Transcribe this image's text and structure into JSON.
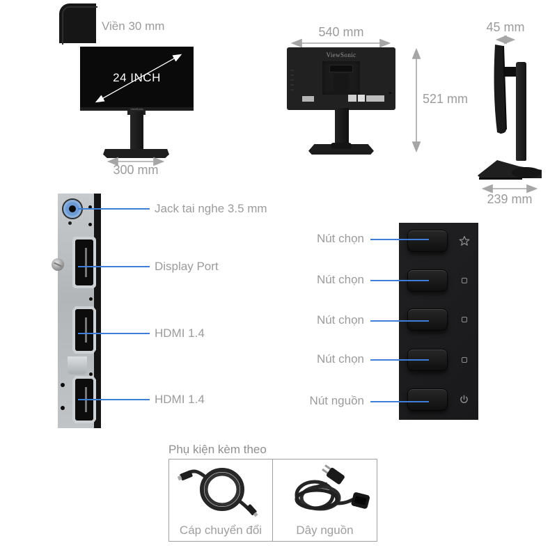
{
  "colors": {
    "accent": "#3D7ED8",
    "label_gray": "#9B9B9B",
    "monitor_black": "#1a1a1a"
  },
  "bezel_detail": {
    "label": "Viền 30 mm"
  },
  "front_view": {
    "screen_size": "24 INCH",
    "base_width": "300 mm",
    "brand": "ViewSonic"
  },
  "back_view": {
    "width": "540 mm",
    "height": "521 mm",
    "brand": "ViewSonic"
  },
  "side_view": {
    "thickness": "45 mm",
    "depth": "239 mm"
  },
  "ports_panel": {
    "items": [
      {
        "label": "Jack tai nghe 3.5 mm",
        "icon": "audio-jack-photo"
      },
      {
        "label": "Display Port",
        "icon": "displayport-photo"
      },
      {
        "label": "HDMI 1.4",
        "icon": "hdmi-port-photo"
      },
      {
        "label": "HDMI 1.4",
        "icon": "hdmi-port-photo"
      }
    ]
  },
  "control_panel": {
    "items": [
      {
        "label": "Nút chọn",
        "icon": "star-icon"
      },
      {
        "label": "Nút chọn",
        "icon": "square-icon"
      },
      {
        "label": "Nút chọn",
        "icon": "square-icon"
      },
      {
        "label": "Nút chọn",
        "icon": "square-icon"
      },
      {
        "label": "Nút nguồn",
        "icon": "power-icon"
      }
    ]
  },
  "accessories": {
    "heading": "Phụ kiện kèm theo",
    "items": [
      {
        "label": "Cáp chuyển đổi"
      },
      {
        "label": "Dây nguồn"
      }
    ]
  }
}
